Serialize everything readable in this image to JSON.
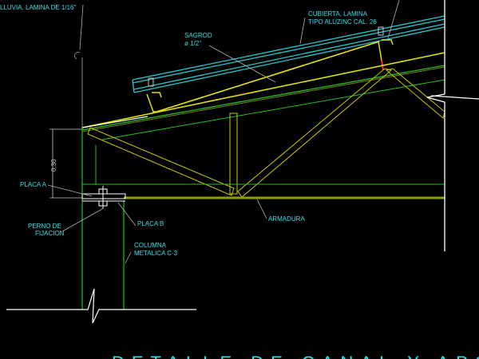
{
  "colors": {
    "background": "#000000",
    "text": "#33e0e8",
    "roof_sheet": "#20c8d0",
    "truss": "#c8c800",
    "steel": "#20c020",
    "leader": "#c8c8c8",
    "highlight": "#ff2020"
  },
  "labels": {
    "gutter_line2": "LLUVIA, LAMINA DE 1/16\"",
    "cover_line1": "CUBIERTA, LAMINA",
    "cover_line2": "TIPO ALUZINC CAL. 26",
    "sagrod_line1": "SAGROD",
    "sagrod_line2": "ø 1/2\"",
    "dimension": "0.30",
    "plate_a": "PLACA A",
    "bolt_line1": "PERNO DE",
    "bolt_line2": "FIJACION",
    "plate_b": "PLACA B",
    "truss": "ARMADURA",
    "column_line1": "COLUMNA",
    "column_line2": "METALICA C-3"
  },
  "title": "DETALLE DE CANAL Y APOYO"
}
